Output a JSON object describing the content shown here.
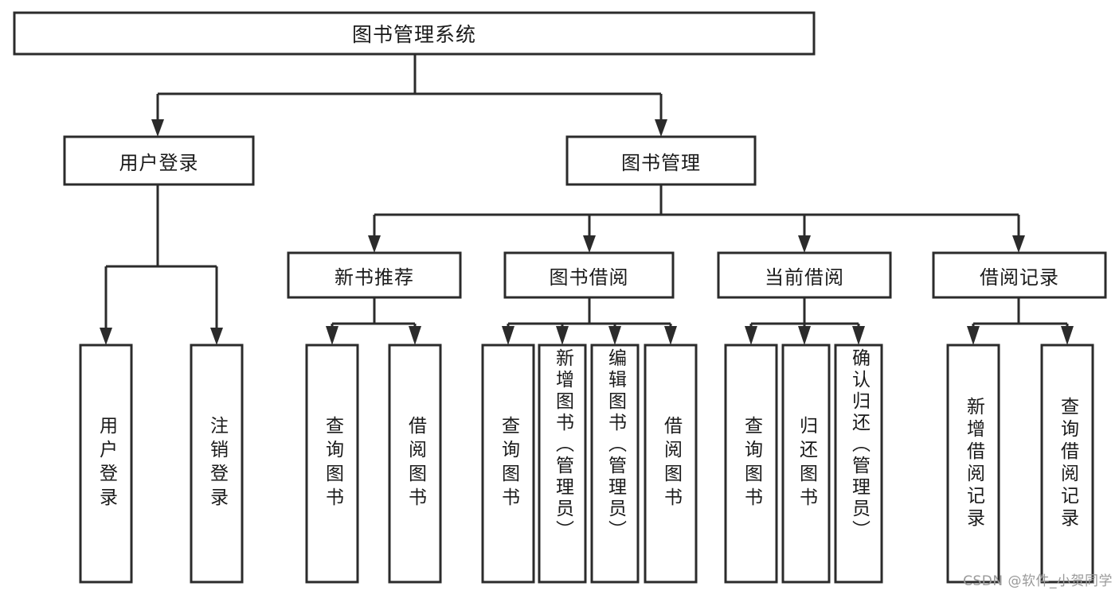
{
  "diagram": {
    "type": "tree-hierarchy-chart",
    "title_text": "图书管理系统",
    "style": {
      "background": "#ffffff",
      "box_fill": "#ffffff",
      "box_stroke": "#2b2b2b",
      "text_color": "#1a1a1a",
      "connector_color": "#2b2b2b",
      "watermark_color": "#9a9a9a"
    },
    "levels": {
      "level0": "系统",
      "level1": "模块",
      "level2": "子模块",
      "level3": "功能"
    },
    "root": {
      "label": "图书管理系统",
      "orientation": "horizontal"
    },
    "level1_nodes": [
      {
        "label": "用户登录",
        "orientation": "horizontal"
      },
      {
        "label": "图书管理",
        "orientation": "horizontal"
      }
    ],
    "level2_nodes": [
      {
        "label": "新书推荐",
        "orientation": "horizontal"
      },
      {
        "label": "图书借阅",
        "orientation": "horizontal"
      },
      {
        "label": "当前借阅",
        "orientation": "horizontal"
      },
      {
        "label": "借阅记录",
        "orientation": "horizontal"
      }
    ],
    "leaf_groups": [
      {
        "parent": "用户登录",
        "leaves": [
          {
            "label": "用户登录",
            "orientation": "vertical"
          },
          {
            "label": "注销登录",
            "orientation": "vertical"
          }
        ]
      },
      {
        "parent": "新书推荐",
        "leaves": [
          {
            "label": "查询图书",
            "orientation": "vertical"
          },
          {
            "label": "借阅图书",
            "orientation": "vertical"
          }
        ]
      },
      {
        "parent": "图书借阅",
        "leaves": [
          {
            "label": "查询图书",
            "orientation": "vertical"
          },
          {
            "label": "新增图书（管理员）",
            "orientation": "vertical"
          },
          {
            "label": "编辑图书（管理员）",
            "orientation": "vertical"
          },
          {
            "label": "借阅图书",
            "orientation": "vertical"
          }
        ]
      },
      {
        "parent": "当前借阅",
        "leaves": [
          {
            "label": "查询图书",
            "orientation": "vertical"
          },
          {
            "label": "归还图书",
            "orientation": "vertical"
          },
          {
            "label": "确认归还（管理员）",
            "orientation": "vertical"
          }
        ]
      },
      {
        "parent": "借阅记录",
        "leaves": [
          {
            "label": "新增借阅记录",
            "orientation": "vertical"
          },
          {
            "label": "查询借阅记录",
            "orientation": "vertical"
          }
        ]
      }
    ],
    "watermark": "CSDN @软件_小贺同学"
  }
}
